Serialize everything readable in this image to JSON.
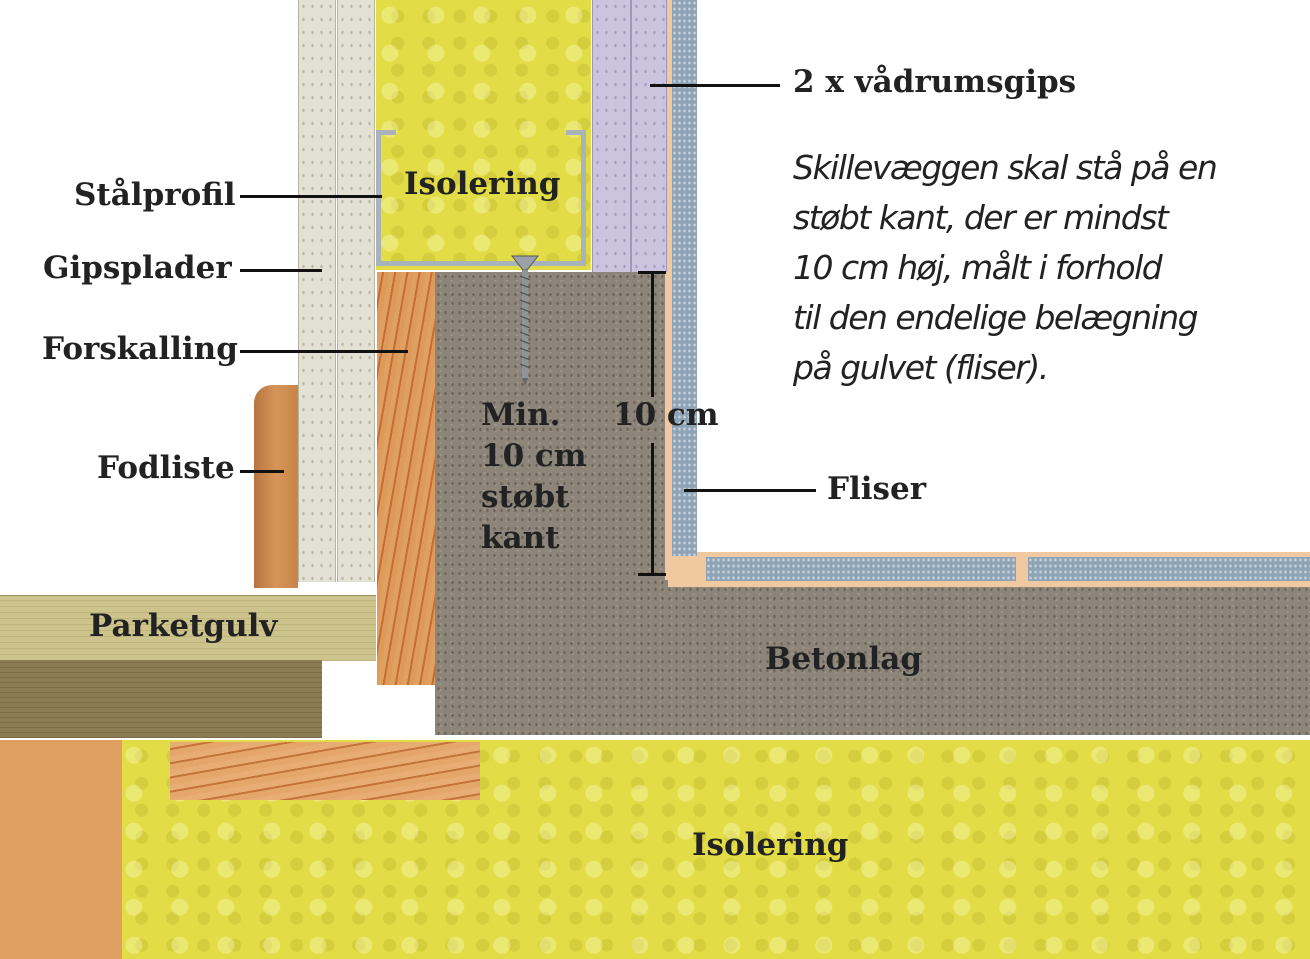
{
  "labels": {
    "vaadrumsgips": "2 x vådrumsgips",
    "isolering_top": "Isolering",
    "staalprofil": "Stålprofil",
    "gipsplader": "Gipsplader",
    "forskalling": "Forskalling",
    "fodliste": "Fodliste",
    "parketgulv": "Parketgulv",
    "min_line1": "Min.",
    "min_line2": "10 cm",
    "min_line3": "støbt",
    "min_line4": "kant",
    "dimension": "10 cm",
    "fliser": "Fliser",
    "betonlag": "Betonlag",
    "isolering_bottom": "Isolering"
  },
  "note": {
    "line1": "Skillevæggen skal stå på en",
    "line2": "støbt kant, der er mindst",
    "line3": "10 cm høj, målt i forhold",
    "line4": "til den endelige belægning",
    "line5": "på gulvet  (fliser)."
  }
}
